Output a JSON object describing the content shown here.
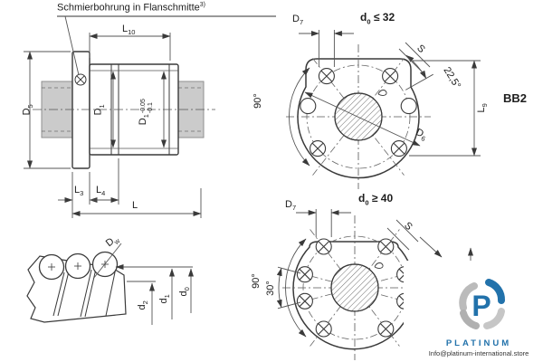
{
  "note": {
    "text": "Schmierbohrung in Flanschmitte",
    "sup": "3)"
  },
  "side_view": {
    "l10": {
      "base": "L",
      "sub": "10"
    },
    "d5": {
      "base": "D",
      "sub": "5"
    },
    "d1": {
      "base": "D",
      "sub": "1"
    },
    "d1_tol": {
      "base": "D",
      "sub": "1",
      "upper": "-0.05",
      "lower": "-0.1"
    },
    "l3": {
      "base": "L",
      "sub": "3"
    },
    "l4": {
      "base": "L",
      "sub": "4"
    },
    "l": {
      "base": "L"
    }
  },
  "flange_small": {
    "heading": {
      "base": "d",
      "sub": "0",
      "relation": "≤ 32"
    },
    "designation": "BB2",
    "d7": {
      "base": "D",
      "sub": "7"
    },
    "d6": {
      "base": "D",
      "sub": "6"
    },
    "l9": {
      "base": "L",
      "sub": "9"
    },
    "s": "S",
    "angle_quarter": "90°",
    "angle_offset": "22,5°"
  },
  "flange_large": {
    "heading": {
      "base": "d",
      "sub": "0",
      "relation": "≥ 40"
    },
    "d7": {
      "base": "D",
      "sub": "7"
    },
    "s": "S",
    "angle_quarter": "90°",
    "angle_offset": "30°"
  },
  "ball_detail": {
    "dw": {
      "base": "D",
      "sub": "w"
    },
    "d2": {
      "base": "d",
      "sub": "2"
    },
    "d1": {
      "base": "d",
      "sub": "1"
    },
    "d0": {
      "base": "d",
      "sub": "0"
    }
  },
  "watermark": {
    "brand": "PLATINUM",
    "email": "Info@platinum-international.store"
  },
  "colors": {
    "line": "#3a3a3a",
    "dim": "#555555",
    "shaft_fill": "#cbcbcb",
    "brand_blue": "#2272ab",
    "brand_gray": "#b9b9b9"
  }
}
